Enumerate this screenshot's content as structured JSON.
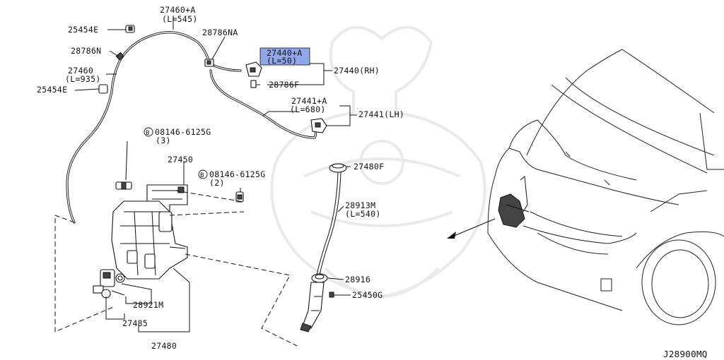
{
  "diagram_code": "J28900MQ",
  "highlight_color": "#8fa6e8",
  "labels": {
    "p27460a": "27460+A",
    "p27460a_len": "(L=545)",
    "p25454e_top": "25454E",
    "p28786na": "28786NA",
    "p28786n": "28786N",
    "p27460": "27460",
    "p27460_len": "(L=935)",
    "p25454e_left": "25454E",
    "p27440a": "27440+A",
    "p27440a_len": "(L=50)",
    "p27440rh": "27440(RH)",
    "p28786f": "28786F",
    "p27441a": "27441+A",
    "p27441a_len": "(L=680)",
    "p27441lh": "27441(LH)",
    "bolt1": "08146-6125G",
    "bolt1_qty": "(3)",
    "bolt_marker": "B",
    "p27450": "27450",
    "bolt2": "08146-6125G",
    "bolt2_qty": "(2)",
    "p27480f": "27480F",
    "p28913m": "28913M",
    "p28913m_len": "(L=540)",
    "p28916": "28916",
    "p25450g": "25450G",
    "p28921m": "28921M",
    "p27485": "27485",
    "p27480": "27480"
  }
}
